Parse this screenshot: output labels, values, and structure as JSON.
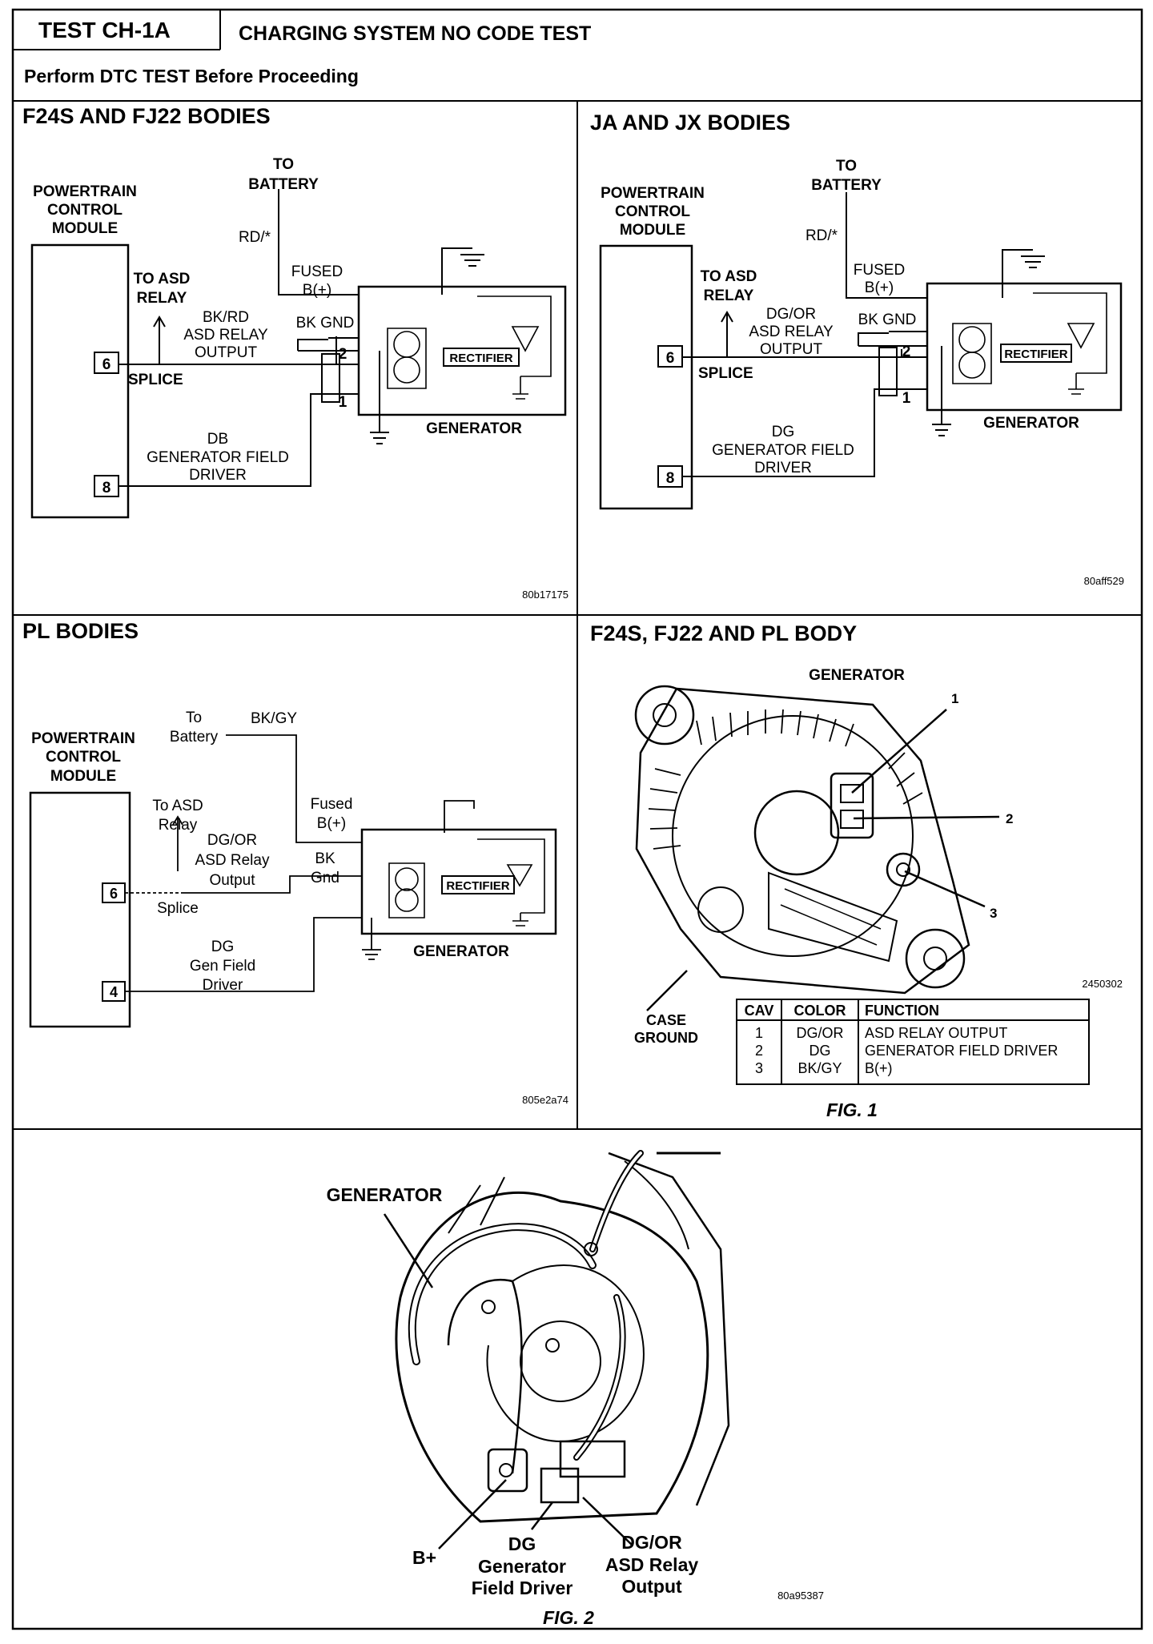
{
  "header": {
    "test_id": "TEST CH-1A",
    "title": "CHARGING SYSTEM NO CODE TEST",
    "subtitle": "Perform DTC TEST Before Proceeding"
  },
  "panel_f24s": {
    "title": "F24S AND FJ22 BODIES",
    "pcm_line1": "POWERTRAIN",
    "pcm_line2": "CONTROL",
    "pcm_line3": "MODULE",
    "to": "TO",
    "battery": "BATTERY",
    "rd": "RD/*",
    "fused": "FUSED",
    "bplus": "B(+)",
    "to_asd": "TO ASD",
    "relay": "RELAY",
    "wire_color": "BK/RD",
    "asd_relay": "ASD RELAY",
    "output": "OUTPUT",
    "bk_gnd": "BK GND",
    "pin6": "6",
    "pin8": "8",
    "splice": "SPLICE",
    "rectifier": "RECTIFIER",
    "term1": "1",
    "term2": "2",
    "generator": "GENERATOR",
    "field_color": "DB",
    "field_line1": "GENERATOR FIELD",
    "field_line2": "DRIVER",
    "ref": "80b17175"
  },
  "panel_ja": {
    "title": "JA AND JX BODIES",
    "pcm_line1": "POWERTRAIN",
    "pcm_line2": "CONTROL",
    "pcm_line3": "MODULE",
    "to": "TO",
    "battery": "BATTERY",
    "rd": "RD/*",
    "fused": "FUSED",
    "bplus": "B(+)",
    "to_asd": "TO ASD",
    "relay": "RELAY",
    "wire_color": "DG/OR",
    "asd_relay": "ASD RELAY",
    "output": "OUTPUT",
    "bk_gnd": "BK GND",
    "pin6": "6",
    "pin8": "8",
    "splice": "SPLICE",
    "rectifier": "RECTIFIER",
    "term1": "1",
    "term2": "2",
    "generator": "GENERATOR",
    "field_color": "DG",
    "field_line1": "GENERATOR FIELD",
    "field_line2": "DRIVER",
    "ref": "80aff529"
  },
  "panel_pl": {
    "title": "PL BODIES",
    "pcm_line1": "POWERTRAIN",
    "pcm_line2": "CONTROL",
    "pcm_line3": "MODULE",
    "to": "To",
    "battery": "Battery",
    "bkgy": "BK/GY",
    "fused": "Fused",
    "bplus": "B(+)",
    "to_asd": "To ASD",
    "relay": "Relay",
    "wire_color": "DG/OR",
    "asd_relay": "ASD Relay",
    "output": "Output",
    "bk": "BK",
    "gnd": "Gnd",
    "pin6": "6",
    "pin4": "4",
    "splice": "Splice",
    "rectifier": "RECTIFIER",
    "generator": "GENERATOR",
    "field_color": "DG",
    "field_line1": "Gen Field",
    "field_line2": "Driver",
    "ref": "805e2a74"
  },
  "panel_fig1": {
    "title": "F24S, FJ22 AND PL BODY",
    "generator": "GENERATOR",
    "callout1": "1",
    "callout2": "2",
    "callout3": "3",
    "case": "CASE",
    "ground": "GROUND",
    "ref": "2450302",
    "caption": "FIG. 1",
    "table": {
      "headers": [
        "CAV",
        "COLOR",
        "FUNCTION"
      ],
      "rows": [
        {
          "cav": "1",
          "color": "DG/OR",
          "function": "ASD RELAY OUTPUT"
        },
        {
          "cav": "2",
          "color": "DG",
          "function": "GENERATOR FIELD DRIVER"
        },
        {
          "cav": "3",
          "color": "BK/GY",
          "function": "B(+)"
        }
      ]
    }
  },
  "panel_fig2": {
    "generator": "GENERATOR",
    "bplus": "B+",
    "dg": "DG",
    "dg_line1": "Generator",
    "dg_line2": "Field Driver",
    "dgor": "DG/OR",
    "dgor_line1": "ASD Relay",
    "dgor_line2": "Output",
    "ref": "80a95387",
    "caption": "FIG. 2"
  }
}
